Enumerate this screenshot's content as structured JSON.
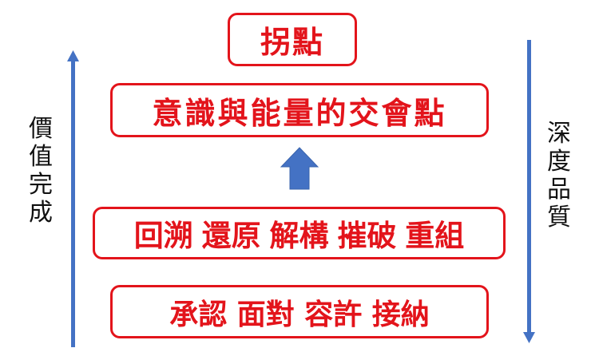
{
  "diagram": {
    "boxes": [
      {
        "id": "top",
        "text": "拐點"
      },
      {
        "id": "intersection",
        "text": "意識與能量的交會點"
      },
      {
        "id": "process",
        "text": "回溯 還原 解構 摧破 重組"
      },
      {
        "id": "base",
        "text": "承認 面對 容許 接納"
      }
    ],
    "left_axis": {
      "label": "價值完成",
      "direction": "up"
    },
    "right_axis": {
      "label": "深度品質",
      "direction": "down"
    },
    "center_arrow": {
      "direction": "up"
    },
    "colors": {
      "box_border": "#e3141b",
      "box_text": "#e3141b",
      "arrow": "#4472c4",
      "axis_label": "#111111"
    }
  }
}
